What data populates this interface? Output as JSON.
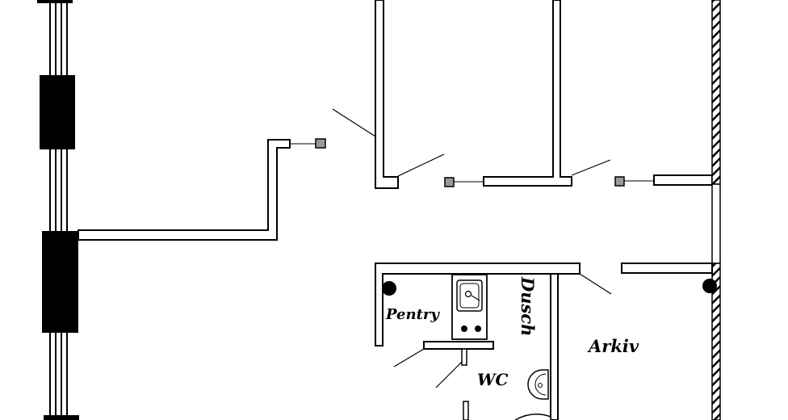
{
  "plan": {
    "rooms": {
      "pentry": "Pentry",
      "dusch": "Dusch",
      "arkiv": "Arkiv",
      "wc": "WC"
    },
    "colors": {
      "wall": "#000000",
      "fill": "#ffffff",
      "fixture": "#999999"
    }
  }
}
